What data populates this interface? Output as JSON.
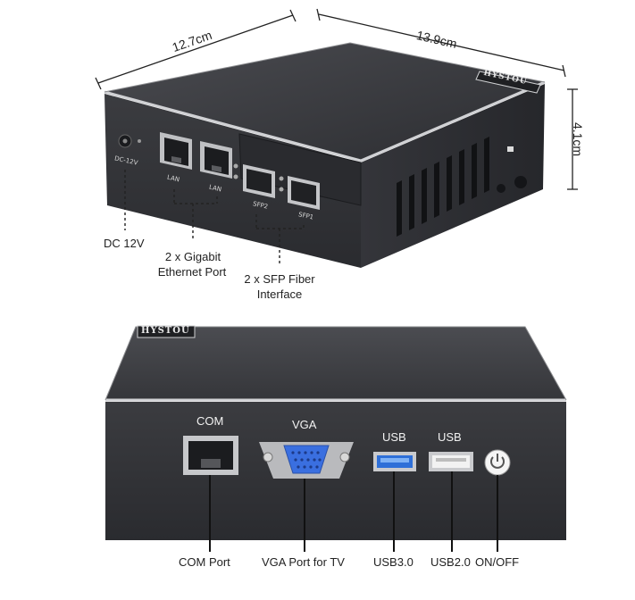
{
  "dimensions": {
    "width_label": "12.7cm",
    "depth_label": "13.9cm",
    "height_label": "4.1cm"
  },
  "brand": "HYSTOU",
  "top_device": {
    "port_labels": {
      "dc": "DC-12V",
      "lan1": "LAN",
      "lan2": "LAN",
      "sfp2": "SFP2",
      "sfp1": "SFP1"
    },
    "callouts": {
      "dc": "DC 12V",
      "ethernet_line1": "2 x Gigabit",
      "ethernet_line2": "Ethernet Port",
      "sfp_line1": "2 x SFP Fiber",
      "sfp_line2": "Interface"
    }
  },
  "bottom_device": {
    "port_labels": {
      "com": "COM",
      "vga": "VGA",
      "usb1": "USB",
      "usb2": "USB"
    },
    "callouts": {
      "com": "COM Port",
      "vga": "VGA Port for TV",
      "usb3": "USB3.0",
      "usb2": "USB2.0",
      "power": "ON/OFF"
    }
  },
  "colors": {
    "body_dark": "#2e2f33",
    "top_surface": "#3a3b3f",
    "bevel": "#c9cacd",
    "usb3_blue": "#2e6fd8",
    "vga_blue": "#3a6fe0"
  }
}
